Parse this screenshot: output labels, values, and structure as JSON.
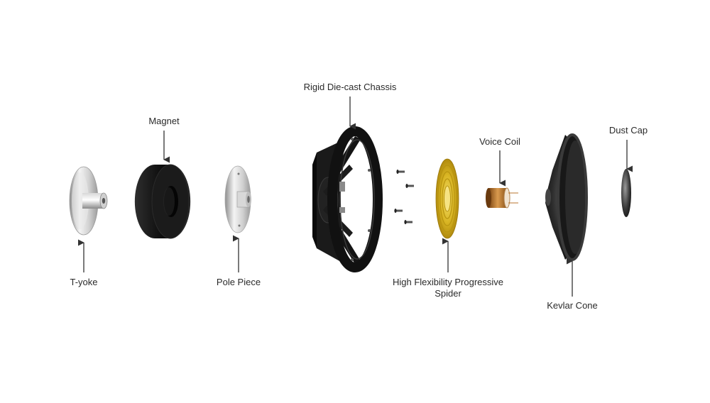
{
  "diagram": {
    "parts": [
      {
        "id": "t-yoke",
        "label": "T-yoke"
      },
      {
        "id": "magnet",
        "label": "Magnet"
      },
      {
        "id": "pole-piece",
        "label": "Pole Piece"
      },
      {
        "id": "chassis",
        "label": "Rigid Die-cast Chassis"
      },
      {
        "id": "spider",
        "label_line1": "High Flexibility Progressive",
        "label_line2": "Spider"
      },
      {
        "id": "voice-coil",
        "label": "Voice Coil"
      },
      {
        "id": "cone",
        "label": "Kevlar Cone"
      },
      {
        "id": "dust-cap",
        "label": "Dust Cap"
      }
    ],
    "colors": {
      "label_text": "#2a2a2a",
      "arrow": "#333333",
      "metal": "#c8c8c8",
      "magnet": "#151515",
      "chassis": "#111111",
      "spider": "#d8b41a",
      "coil": "#b8742c",
      "cone": "#1e1e1e"
    }
  }
}
